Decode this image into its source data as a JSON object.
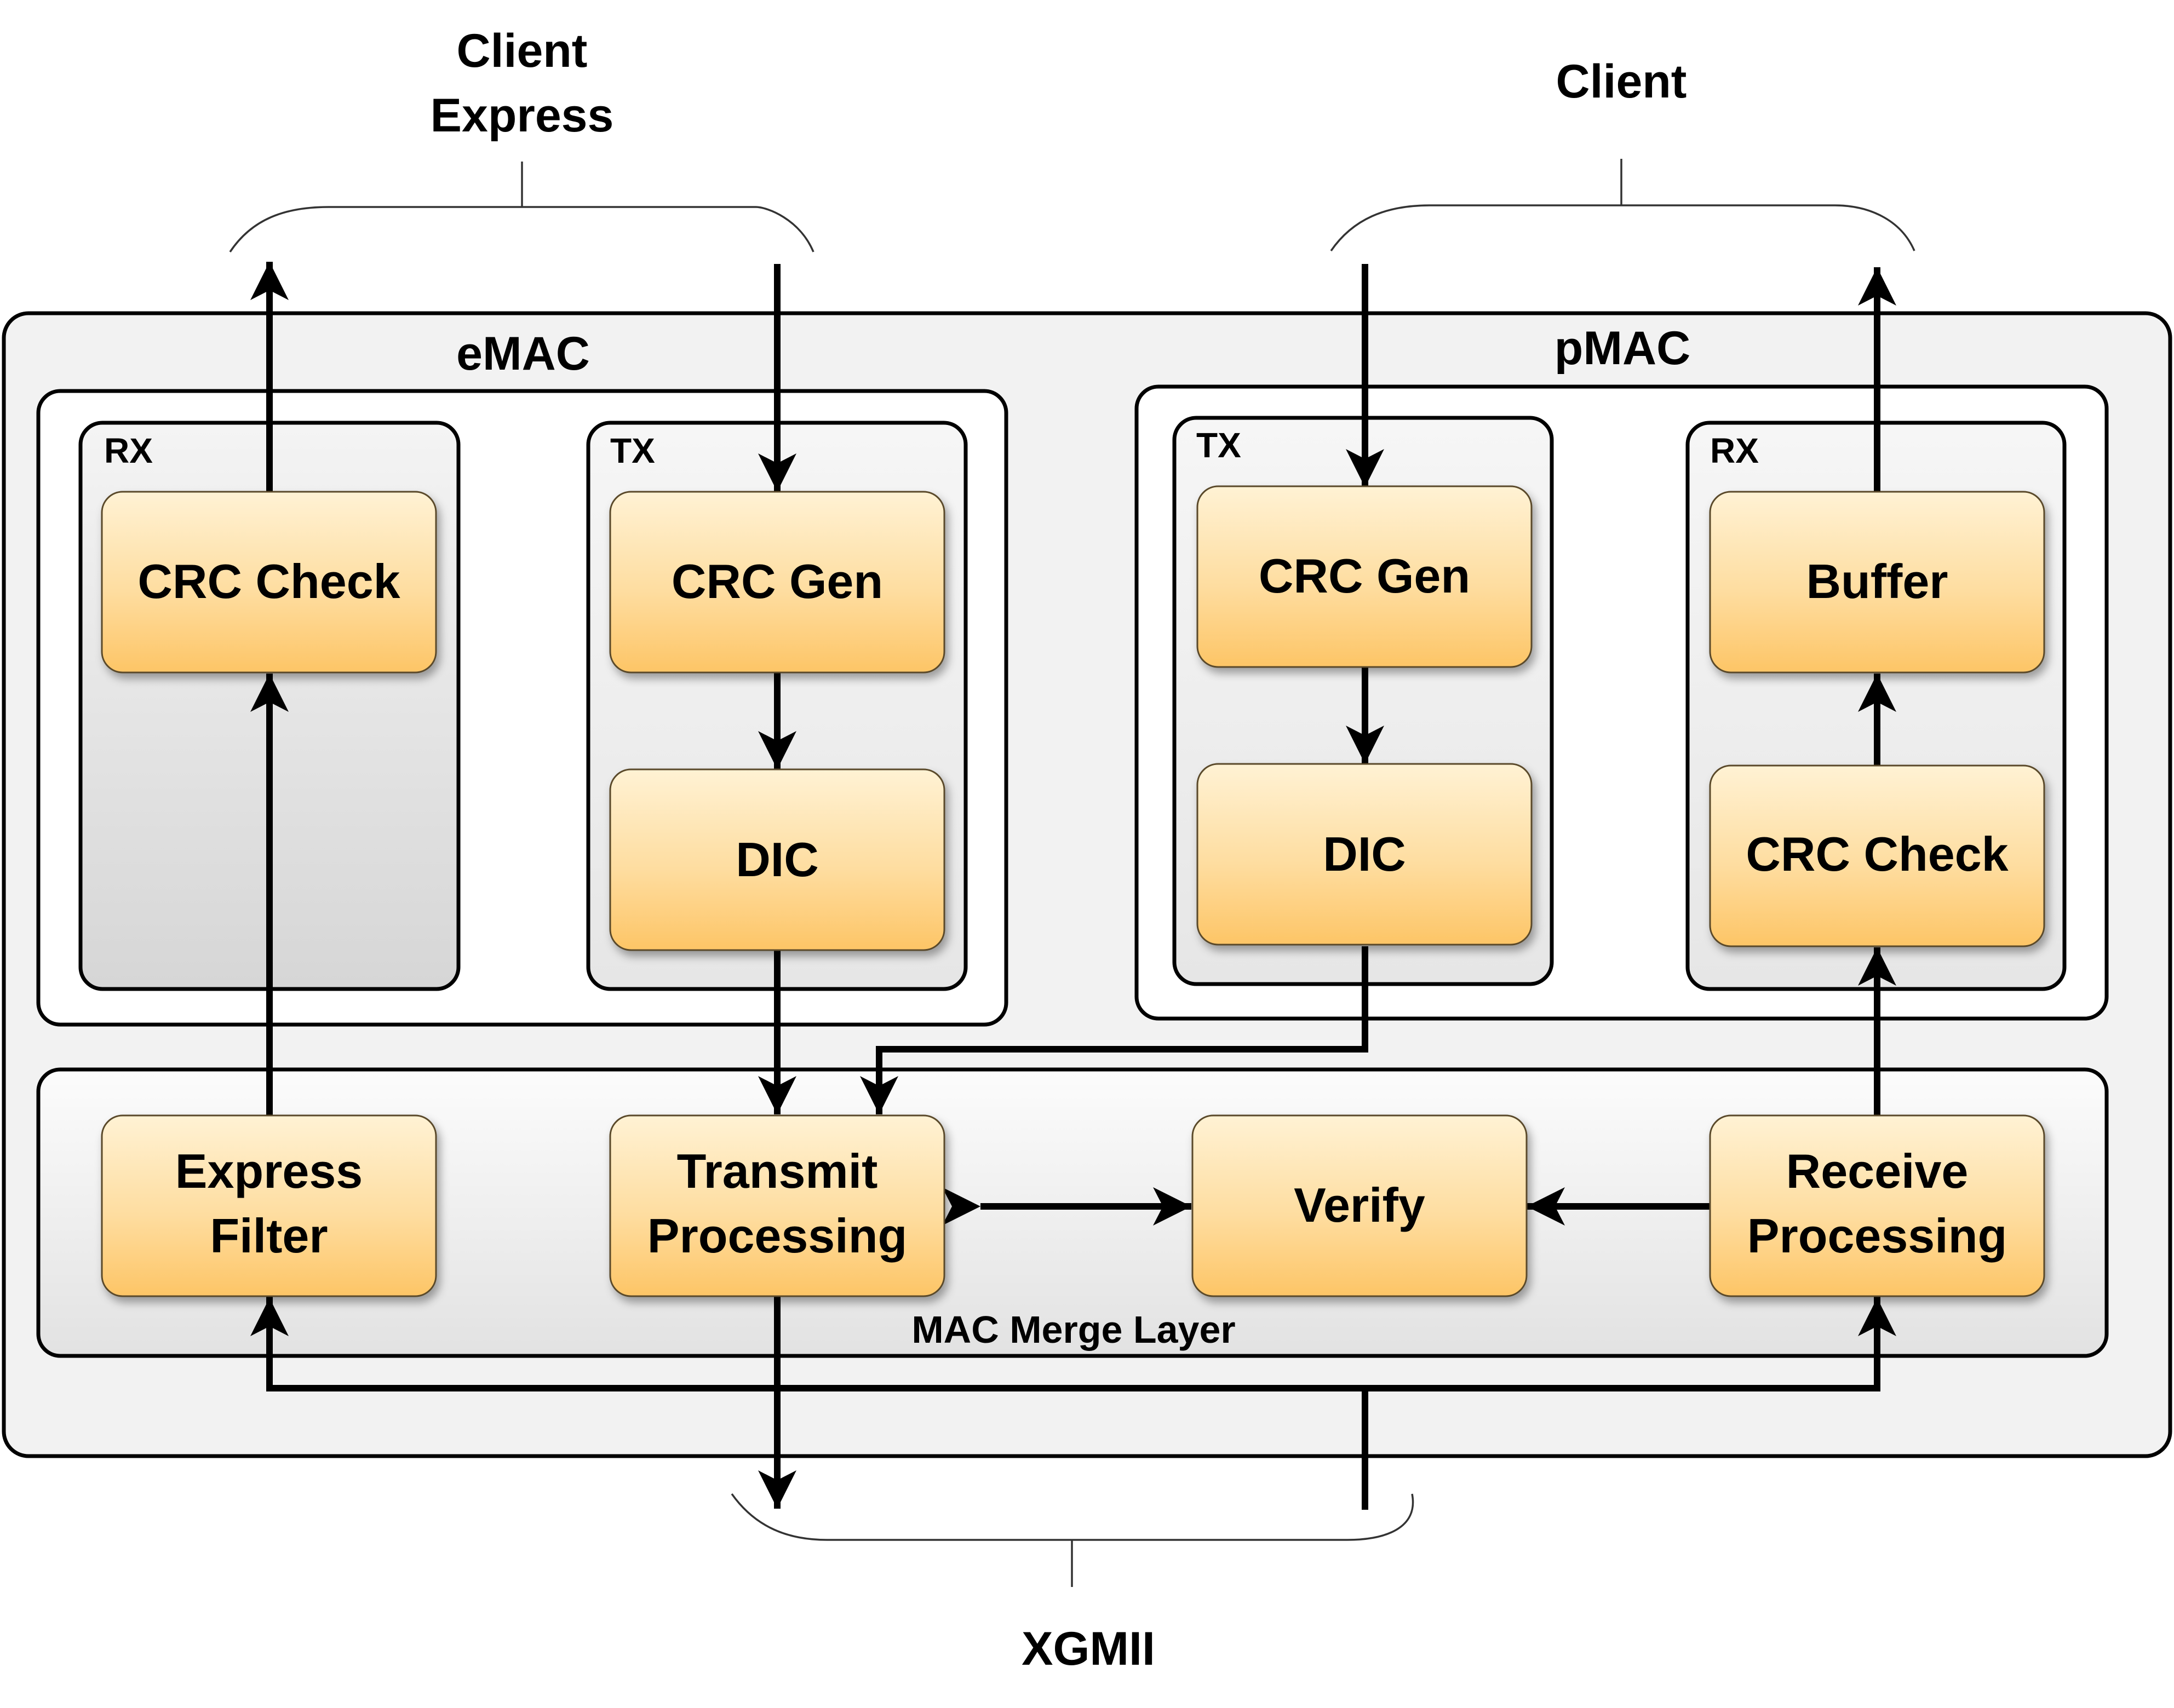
{
  "ports": {
    "client_express": [
      "Client",
      "Express"
    ],
    "client": "Client",
    "xgmii": "XGMII"
  },
  "emac": {
    "title": "eMAC",
    "rx": {
      "label": "RX",
      "crc_check": "CRC Check"
    },
    "tx": {
      "label": "TX",
      "crc_gen": "CRC Gen",
      "dic": "DIC"
    }
  },
  "pmac": {
    "title": "pMAC",
    "tx": {
      "label": "TX",
      "crc_gen": "CRC Gen",
      "dic": "DIC"
    },
    "rx": {
      "label": "RX",
      "buffer": "Buffer",
      "crc_check": "CRC Check"
    }
  },
  "merge_layer": {
    "label": "MAC Merge Layer",
    "express_filter": [
      "Express",
      "Filter"
    ],
    "transmit_processing": [
      "Transmit",
      "Processing"
    ],
    "verify": "Verify",
    "receive_processing": [
      "Receive",
      "Processing"
    ]
  },
  "colors": {
    "block_top": "#fff0cf",
    "block_bottom": "#fdc46a",
    "frame": "#f2f2f2",
    "lane_dark": "#d8d8d8",
    "line": "#000000"
  }
}
